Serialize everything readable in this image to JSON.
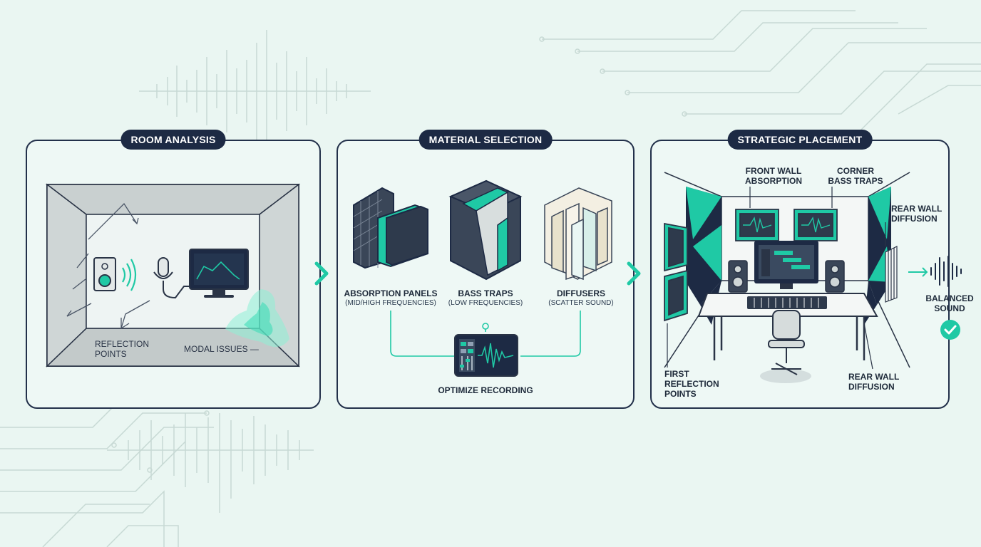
{
  "colors": {
    "background": "#eaf6f2",
    "navy": "#1d2a44",
    "teal": "#1fc9a5",
    "circuit": "#c7d9d4"
  },
  "stages": [
    {
      "title": "ROOM ANALYSIS",
      "labels": {
        "reflection": "REFLECTION\nPOINTS",
        "modal": "MODAL ISSUES"
      }
    },
    {
      "title": "MATERIAL SELECTION",
      "materials": [
        {
          "name": "ABSORPTION PANELS",
          "note": "(MID/HIGH FREQUENCIES)",
          "icon": "absorption-panel-icon"
        },
        {
          "name": "BASS TRAPS",
          "note": "(LOW FREQUENCIES)",
          "icon": "bass-trap-icon"
        },
        {
          "name": "DIFFUSERS",
          "note": "(SCATTER SOUND)",
          "icon": "diffuser-icon"
        }
      ],
      "hub": "OPTIMIZE RECORDING"
    },
    {
      "title": "STRATEGIC PLACEMENT",
      "labels": {
        "front_wall": "FRONT WALL\nABSORPTION",
        "corner": "CORNER\nBASS TRAPS",
        "rear_top": "REAR WALL\nDIFFUSION",
        "first_reflection": "FIRST\nREFLECTION\nPOINTS",
        "rear_bottom": "REAR WALL\nDIFFUSION"
      }
    }
  ],
  "result": {
    "label": "BALANCED\nSOUND",
    "icon": "check-circle-icon"
  }
}
